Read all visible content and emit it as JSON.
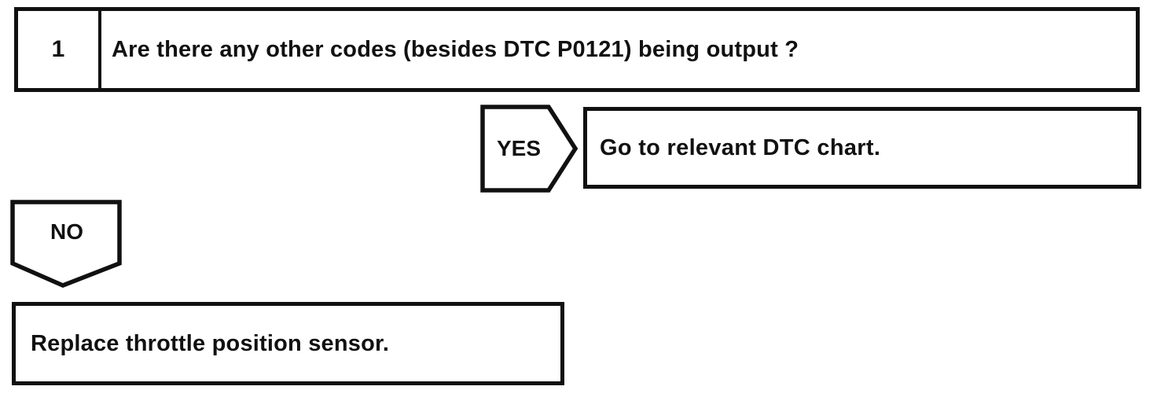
{
  "colors": {
    "line": "#111111",
    "background": "#ffffff"
  },
  "flowchart": {
    "step": {
      "number": "1",
      "question": "Are there any other codes (besides DTC P0121) being output ?"
    },
    "yes_branch": {
      "label": "YES",
      "action": "Go to relevant DTC chart."
    },
    "no_branch": {
      "label": "NO",
      "action": "Replace throttle position sensor."
    }
  }
}
